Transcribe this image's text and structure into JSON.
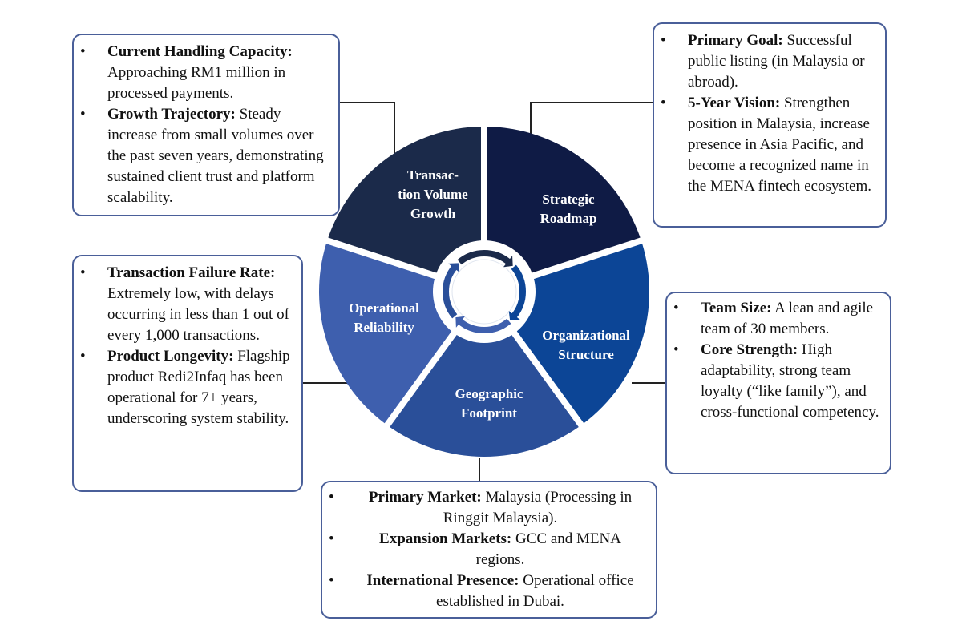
{
  "colors": {
    "segment_transaction": "#1b2a4a",
    "segment_strategic": "#0f1b45",
    "segment_organizational": "#0c4596",
    "segment_geographic": "#2a4f99",
    "segment_operational": "#3e5fae",
    "box_border": "#4a5f99",
    "connector": "#222222"
  },
  "segments": [
    {
      "id": "transaction",
      "lines": [
        "Transac-",
        "tion Volume",
        "Growth"
      ]
    },
    {
      "id": "strategic",
      "lines": [
        "Strategic",
        "Roadmap"
      ]
    },
    {
      "id": "organizational",
      "lines": [
        "Organizational",
        "Structure"
      ]
    },
    {
      "id": "geographic",
      "lines": [
        "Geographic",
        "Footprint"
      ]
    },
    {
      "id": "operational",
      "lines": [
        "Operational",
        "Reliability"
      ]
    }
  ],
  "boxes": {
    "top_left": [
      {
        "term": "Current Handling Capacity:",
        "text": " Approaching RM1 million in processed payments."
      },
      {
        "term": "Growth Trajectory:",
        "text": " Steady increase from small volumes over the past seven years, demonstrating sustained client trust and platform scalability."
      }
    ],
    "top_right": [
      {
        "term": "Primary Goal:",
        "text": " Successful public listing (in Malaysia or abroad)."
      },
      {
        "term": "5-Year Vision:",
        "text": " Strengthen position in Malaysia, increase presence in Asia Pacific, and become a recognized name in the MENA fintech ecosystem."
      }
    ],
    "mid_left": [
      {
        "term": "Transaction Failure Rate:",
        "text": " Extremely low, with delays occurring in less than 1 out of every 1,000 transactions."
      },
      {
        "term": "Product Longevity:",
        "text": " Flagship product Redi2Infaq has been operational for 7+ years, underscoring system stability."
      }
    ],
    "mid_right": [
      {
        "term": "Team Size:",
        "text": " A lean and agile team of 30 members."
      },
      {
        "term": "Core Strength:",
        "text": " High adaptability, strong team loyalty (“like family”), and cross-functional competency."
      }
    ],
    "bottom": [
      {
        "term": "Primary Market:",
        "text": " Malaysia (Processing in Ringgit Malaysia)."
      },
      {
        "term": "Expansion Markets:",
        "text": " GCC and MENA regions."
      },
      {
        "term": "International Presence:",
        "text": " Operational office established in Dubai."
      }
    ]
  }
}
